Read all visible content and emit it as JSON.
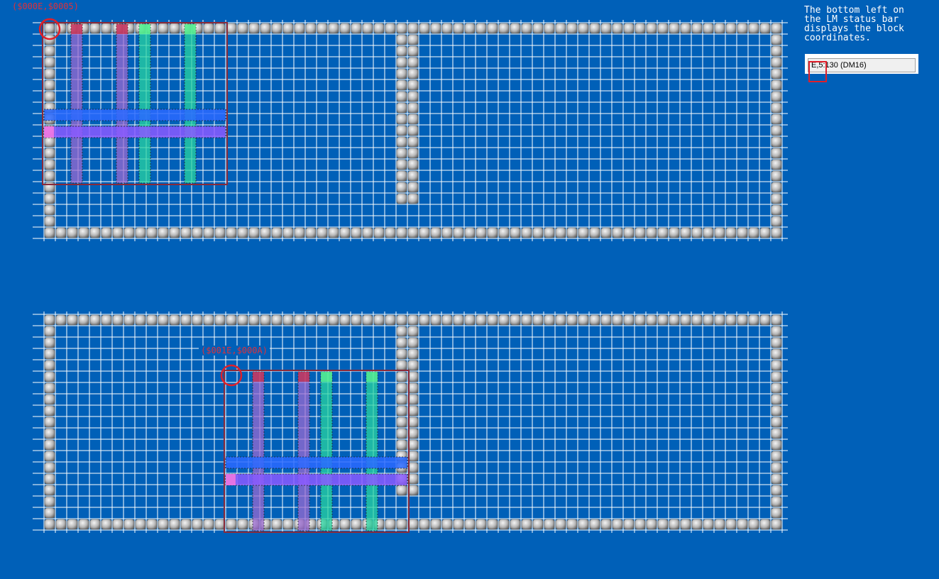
{
  "annotations": {
    "top_coord": "($000E,$0005)",
    "bottom_coord": "($001E,$000A)"
  },
  "note": {
    "text": "The bottom left on\nthe LM status bar\ndisplays the block\ncoordinates."
  },
  "status_bar": {
    "text": "E,5:130 (DM16)"
  },
  "colors": {
    "background": "#0060b8",
    "grid": "#ffffff",
    "highlight_red": "#e0202a",
    "selection_box": "#8a2a3a",
    "column_purple": "#9a6ad0",
    "column_green": "#28d4a0",
    "row_blue": "#2a6aff",
    "row_violet": "#8a5aff"
  }
}
